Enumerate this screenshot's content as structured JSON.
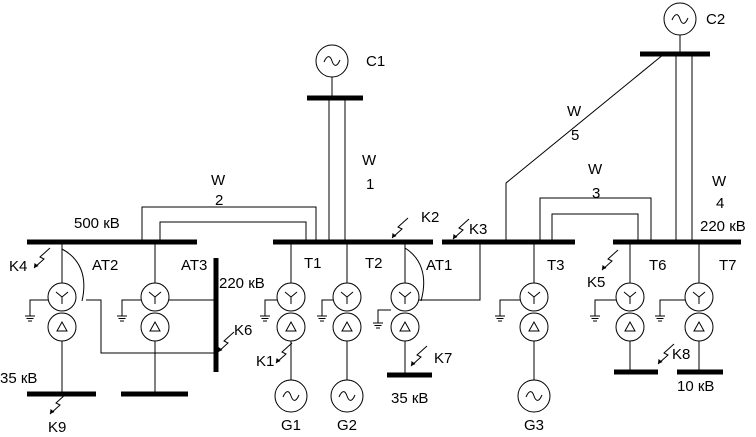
{
  "generators": {
    "C1": "C1",
    "C2": "C2",
    "G1": "G1",
    "G2": "G2",
    "G3": "G3"
  },
  "lines": {
    "W1": [
      "W",
      "1"
    ],
    "W2": [
      "W",
      "2"
    ],
    "W3": [
      "W",
      "3"
    ],
    "W4": [
      "W",
      "4"
    ],
    "W5": [
      "W",
      "5"
    ]
  },
  "voltages": {
    "v500": "500 кВ",
    "v220_right": "220 кВ",
    "v220_left": "220 кВ",
    "v35_left": "35 кВ",
    "v35_mid": "35 кВ",
    "v10": "10 кВ"
  },
  "transformers": {
    "AT1": "AT1",
    "AT2": "AT2",
    "AT3": "AT3",
    "T1": "T1",
    "T2": "T2",
    "T3": "T3",
    "T6": "T6",
    "T7": "T7"
  },
  "faults": {
    "K1": "K1",
    "K2": "K2",
    "K3": "K3",
    "K4": "K4",
    "K5": "K5",
    "K6": "K6",
    "K7": "K7",
    "K8": "K8",
    "K9": "K9"
  },
  "icons": {
    "generator": "sine-in-circle",
    "transformer": "star-over-delta",
    "fault": "lightning-arrow",
    "ground": "ground-symbol"
  }
}
